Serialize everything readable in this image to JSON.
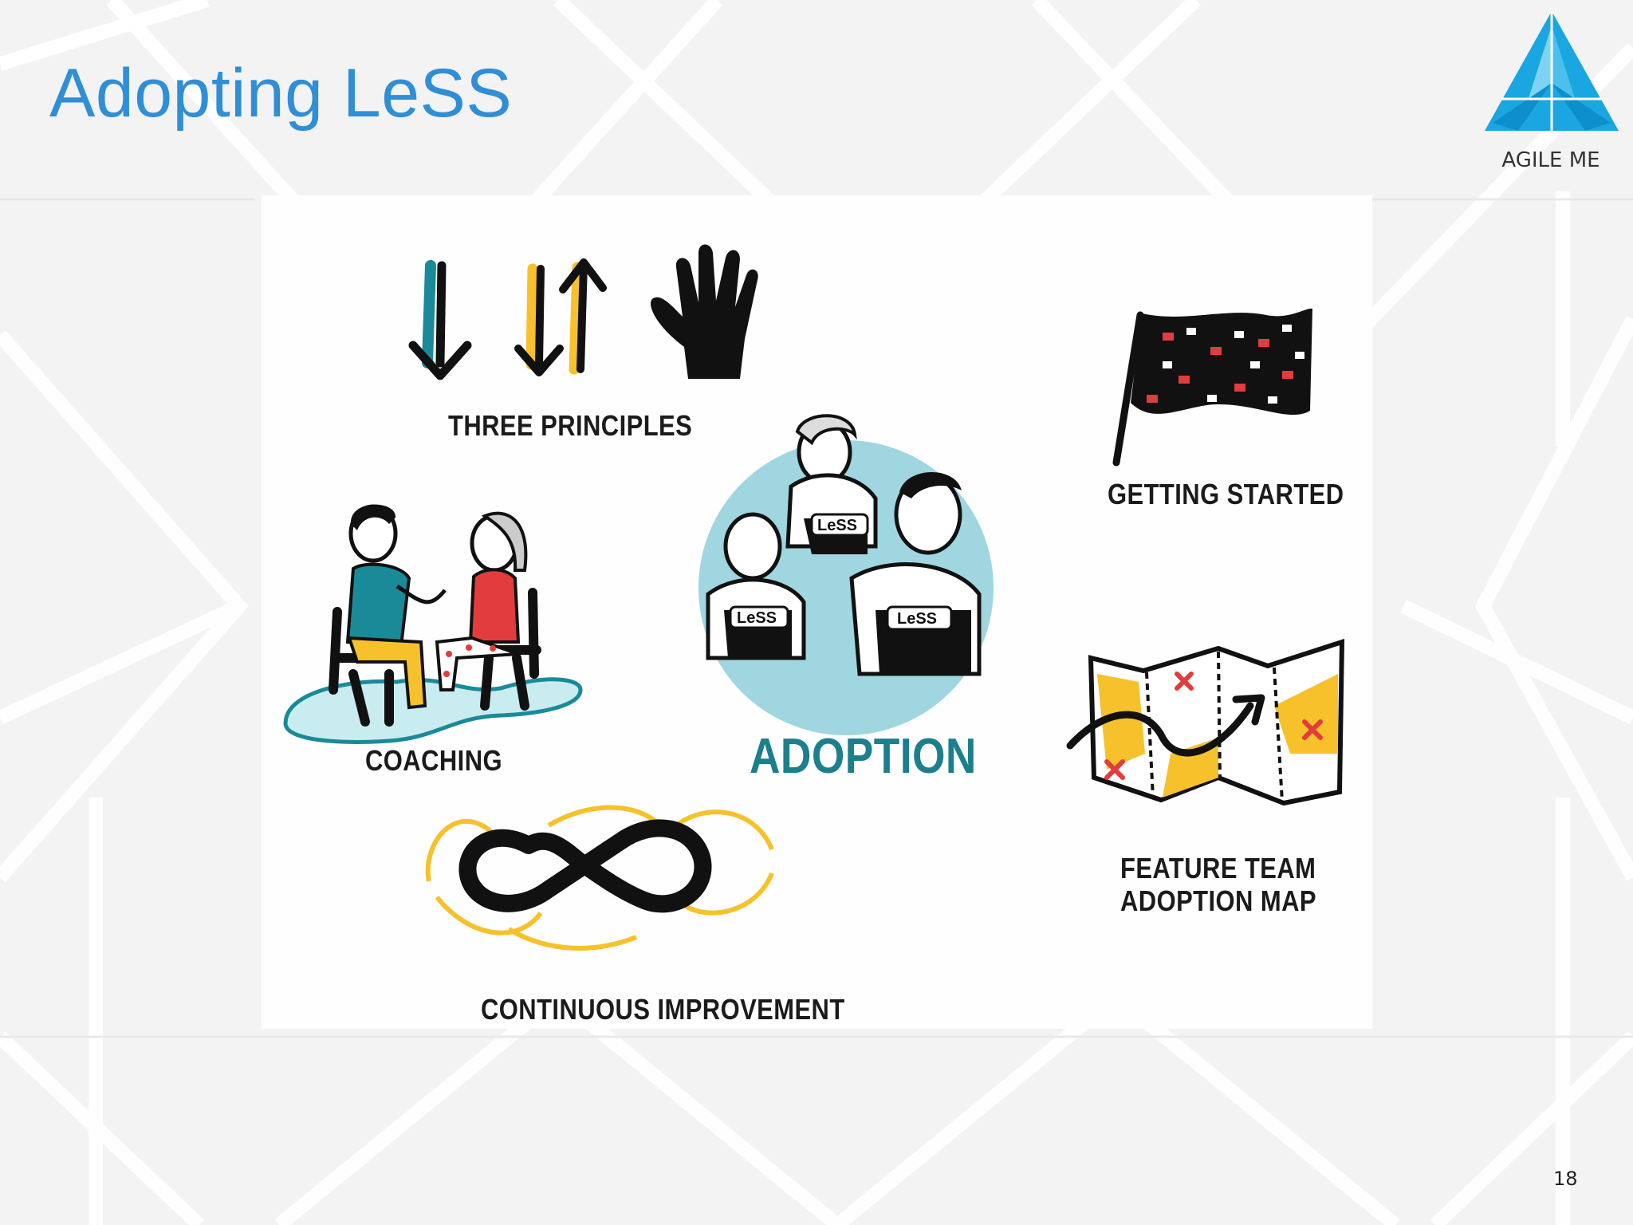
{
  "slide": {
    "title": "Adopting LeSS",
    "page_number": "18"
  },
  "logo": {
    "text": "AGILE ME",
    "color_primary": "#1aa6e0",
    "color_light": "#7fd3f2"
  },
  "illustration": {
    "labels": {
      "three_principles": "THREE PRINCIPLES",
      "getting_started": "GETTING STARTED",
      "coaching": "COACHING",
      "adoption": "ADOPTION",
      "feature_team_line1": "FEATURE TEAM",
      "feature_team_line2": "ADOPTION MAP",
      "continuous_improvement": "CONTINUOUS IMPROVEMENT"
    },
    "shirt_text": "LeSS",
    "colors": {
      "teal": "#1b8a98",
      "yellow": "#f6c12b",
      "red": "#e23c3c",
      "circle": "#9fd6df",
      "ink": "#111111"
    }
  }
}
